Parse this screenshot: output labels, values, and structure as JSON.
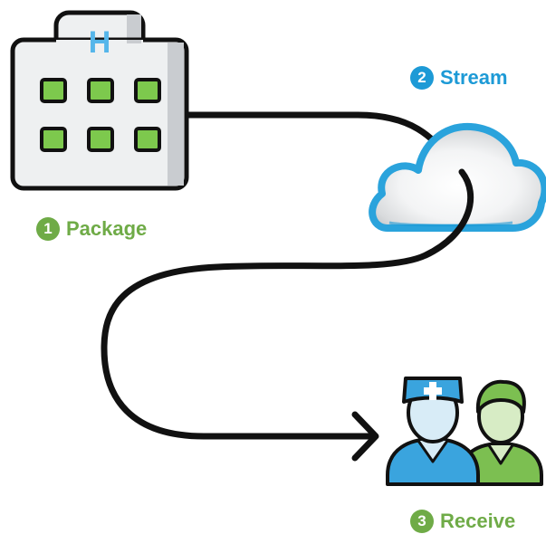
{
  "colors": {
    "green": "#6fab47",
    "blue": "#1d9ad6",
    "outline": "#111111",
    "building_fill": "#eef0f1",
    "building_shade": "#c9ccd0",
    "window_fill": "#7dc94d",
    "hospital_h": "#55b6ea",
    "cloud_edge": "#2aa3dc",
    "doctor_blue": "#3aa4de",
    "doctor_face": "#d8ecf7",
    "person_green": "#7cbf51",
    "person_face": "#d7ecc5"
  },
  "icons": {
    "hospital": "hospital-building-icon",
    "cloud": "cloud-icon",
    "people": "doctor-and-patient-icon",
    "arrow": "arrowhead-icon"
  },
  "hospital": {
    "sign": "H"
  },
  "steps": [
    {
      "number": "1",
      "label": "Package",
      "color": "#6fab47"
    },
    {
      "number": "2",
      "label": "Stream",
      "color": "#1d9ad6"
    },
    {
      "number": "3",
      "label": "Receive",
      "color": "#6fab47"
    }
  ]
}
